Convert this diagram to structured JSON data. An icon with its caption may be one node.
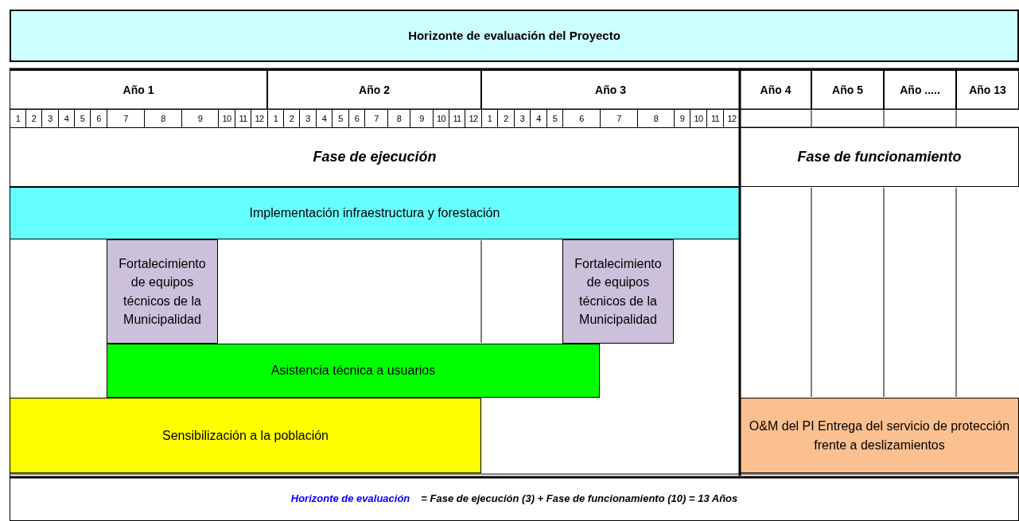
{
  "diagram": {
    "nodes": [
      {
        "text": [
          "Horizonte de evaluación del Proyecto"
        ]
      },
      {
        "text": [
          "Fase de ejecución"
        ]
      },
      {
        "text": [
          "Fase de funcionamiento"
        ]
      },
      {
        "text": [
          "Implementación infraestructura y forestación"
        ]
      },
      {
        "text": [
          "Fortalecimiento de equipos técnicos de la Municipalidad"
        ]
      },
      {
        "text": [
          "Fortalecimiento de equipos técnicos de la Municipalidad"
        ]
      },
      {
        "text": [
          "Asistencia técnica a usuarios"
        ]
      },
      {
        "text": [
          "Sensibilización a la población"
        ]
      },
      {
        "text": [
          "O&M del PI Entrega del servicio de protección frente a deslizamientos"
        ]
      },
      {
        "text": [
          "Horizonte de evaluación",
          "=  Fase de ejecución (3) + Fase de funcionamiento (10)  =  13 Años"
        ]
      }
    ],
    "edges": [],
    "labels": [
      "Año 1",
      "Año 2",
      "Año 3",
      "Año 4",
      "Año 5",
      "Año .....",
      "Año 13",
      "1",
      "2",
      "3",
      "4",
      "5",
      "6",
      "7",
      "8",
      "9",
      "10",
      "11",
      "12",
      "1",
      "2",
      "3",
      "4",
      "5",
      "6",
      "7",
      "8",
      "9",
      "10",
      "11",
      "12",
      "1",
      "2",
      "3",
      "4",
      "5",
      "6",
      "7",
      "8",
      "9",
      "10",
      "11",
      "12"
    ]
  }
}
